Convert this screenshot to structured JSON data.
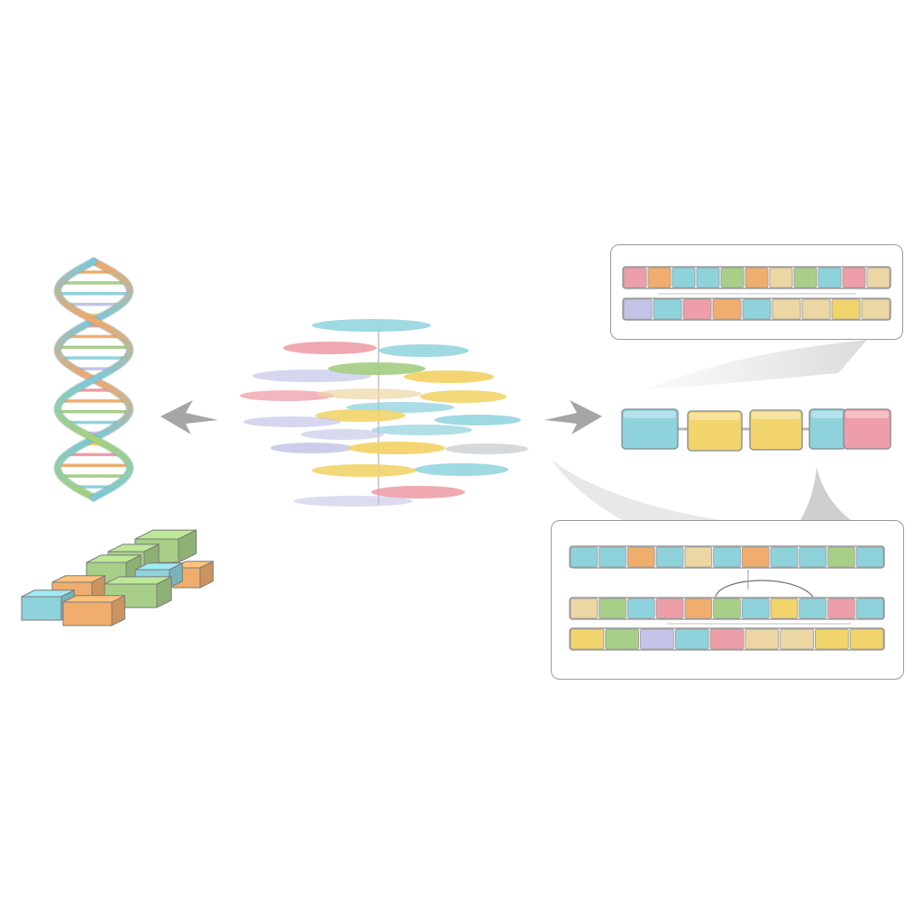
{
  "palette": {
    "teal": "#8ed2dc",
    "green": "#a8cf88",
    "yellow": "#f2d46c",
    "orange": "#f0ad6e",
    "pink": "#ee9ea8",
    "lavender": "#c4c4e8",
    "sand": "#ecd6a4",
    "grey": "#d2d4d6",
    "arrow": "#a6a6a6",
    "outline": "#8c8c8c"
  },
  "dna_helix": {
    "icon": "dna-double-helix-icon"
  },
  "blocks": {
    "icon": "stacked-blocks-icon"
  },
  "disc_cluster": {
    "icon": "layered-discs-icon"
  },
  "arrows": [
    {
      "icon": "arrow-left-icon",
      "direction": "left"
    },
    {
      "icon": "arrow-right-icon",
      "direction": "right"
    }
  ],
  "panels": {
    "top": {
      "icon": "segmented-tracks-icon",
      "tracks": [
        [
          "pink",
          "orange",
          "teal",
          "teal",
          "green",
          "orange",
          "sand",
          "green",
          "teal",
          "pink",
          "sand"
        ],
        [
          "lavender",
          "teal",
          "pink",
          "orange",
          "teal",
          "sand",
          "sand",
          "yellow",
          "sand"
        ]
      ]
    },
    "middle": {
      "icon": "segment-blocks-icon",
      "blocks": [
        "teal",
        "yellow",
        "yellow",
        "teal",
        "pink"
      ]
    },
    "bottom": {
      "icon": "segmented-tracks-icon",
      "tracks": [
        [
          "teal",
          "teal",
          "orange",
          "teal",
          "sand",
          "teal",
          "orange",
          "teal",
          "teal",
          "green",
          "teal"
        ],
        [
          "sand",
          "green",
          "teal",
          "pink",
          "orange",
          "green",
          "teal",
          "yellow",
          "teal",
          "pink",
          "teal"
        ],
        [
          "yellow",
          "green",
          "lavender",
          "teal",
          "pink",
          "sand",
          "sand",
          "yellow",
          "yellow"
        ]
      ]
    }
  }
}
